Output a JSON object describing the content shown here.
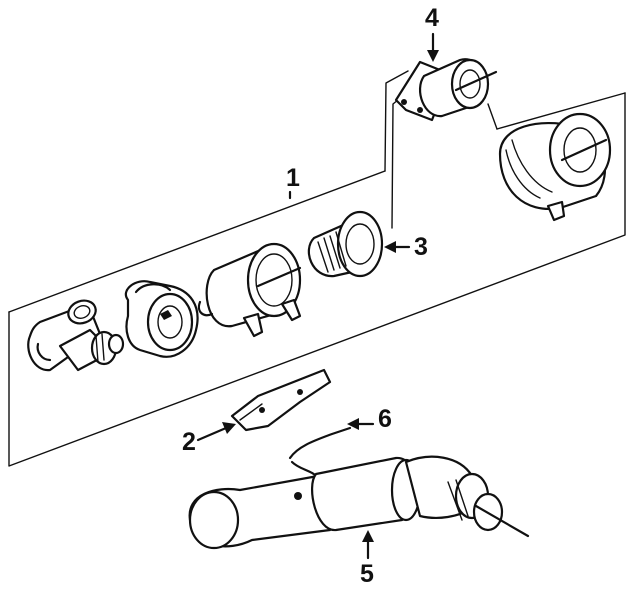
{
  "diagram": {
    "callouts": [
      {
        "id": "c1",
        "label": "1"
      },
      {
        "id": "c2",
        "label": "2"
      },
      {
        "id": "c3",
        "label": "3"
      },
      {
        "id": "c4",
        "label": "4"
      },
      {
        "id": "c5",
        "label": "5"
      },
      {
        "id": "c6",
        "label": "6"
      }
    ]
  },
  "colors": {
    "line": "#111111",
    "background": "#ffffff"
  }
}
